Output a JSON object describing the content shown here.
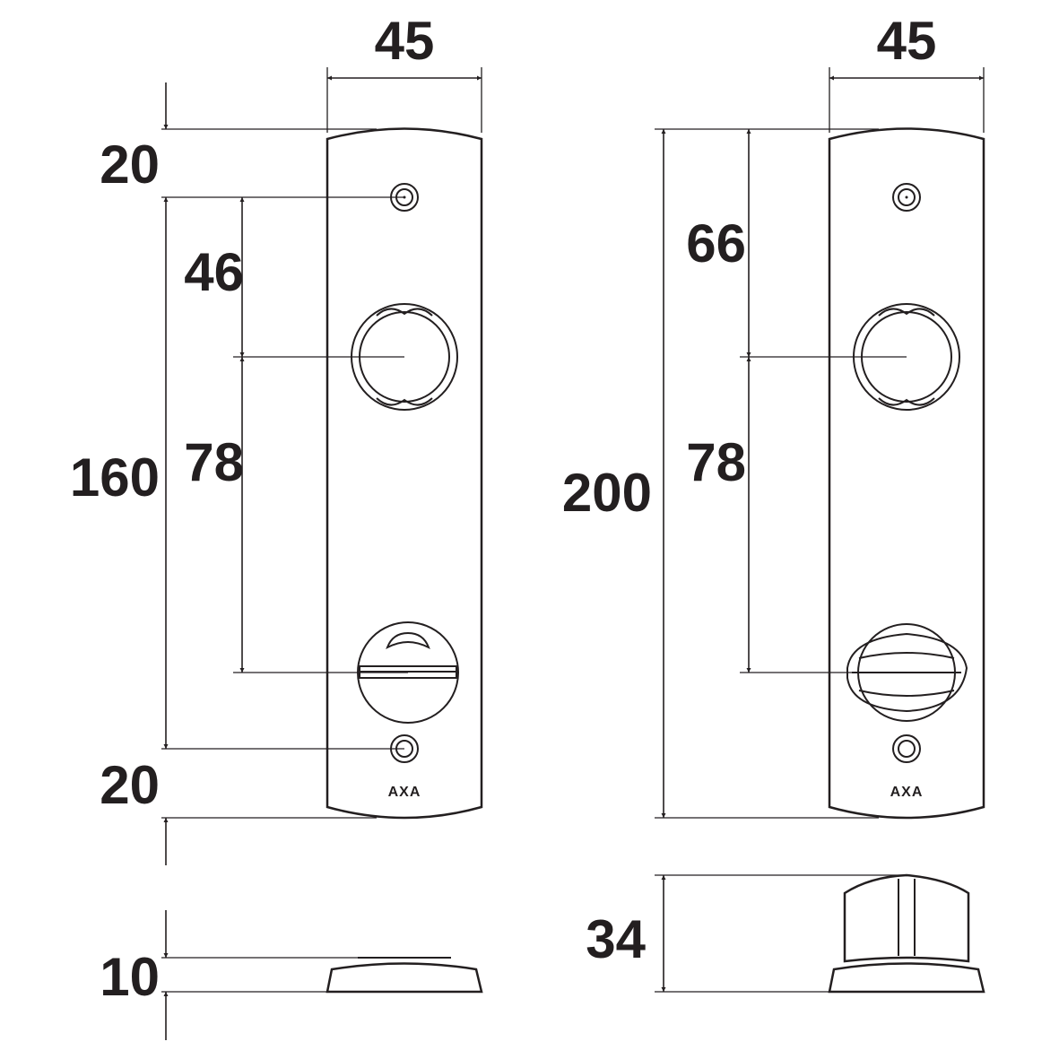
{
  "left_view": {
    "width_label": "45",
    "top_offset_label": "20",
    "screw_to_cylinder_label": "46",
    "cylinder_to_turn_label": "78",
    "screw_spacing_label": "160",
    "bottom_offset_label": "20",
    "thickness_label": "10",
    "logo_text": "AXA"
  },
  "right_view": {
    "width_label": "45",
    "top_to_cylinder_label": "66",
    "cylinder_to_turn_label": "78",
    "total_height_label": "200",
    "knob_height_label": "34",
    "logo_text": "AXA"
  },
  "colors": {
    "line": "#231f20",
    "background": "#ffffff"
  }
}
